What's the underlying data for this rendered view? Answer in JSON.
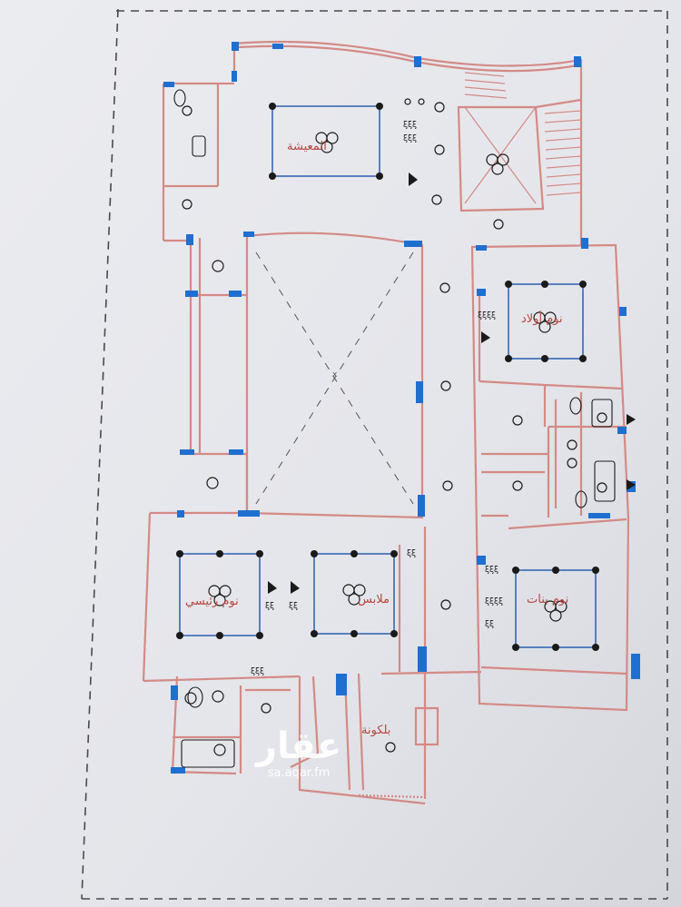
{
  "labels": {
    "living": "المعيشة",
    "boys_bedroom": "نوم أولاد",
    "girls_bedroom": "نوم بنات",
    "master_bedroom": "نوم رئيسي",
    "dressing": "ملابس",
    "balcony": "بلكونة"
  },
  "watermark": {
    "brand": "عقار",
    "url": "sa.aqar.fm"
  },
  "colors": {
    "paper": "#e9eaee",
    "wall": "#d48a86",
    "wall_accent": "#1f6fd0",
    "fixture": "#1a1a1a",
    "label": "#b5473f"
  }
}
